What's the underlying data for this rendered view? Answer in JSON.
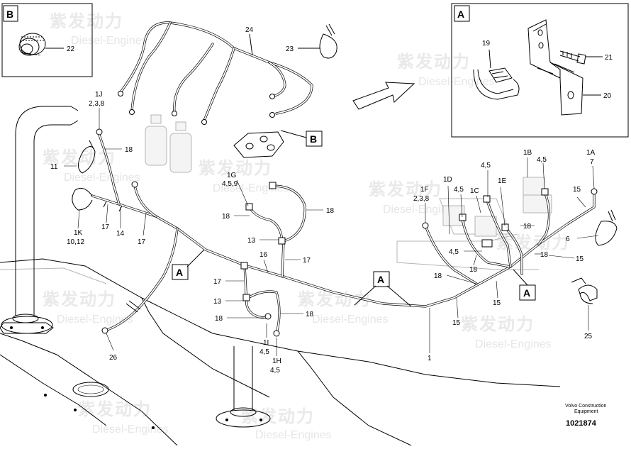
{
  "watermark": {
    "brand": "紫发动力",
    "sub": "Diesel-Engines"
  },
  "detail_B": {
    "letter": "B",
    "callouts": [
      {
        "label": "22"
      }
    ]
  },
  "detail_A": {
    "letter": "A",
    "callouts": [
      {
        "label": "19"
      },
      {
        "label": "21"
      },
      {
        "label": "20"
      }
    ]
  },
  "frame_tags": [
    {
      "letter": "A"
    },
    {
      "letter": "A"
    },
    {
      "letter": "A"
    },
    {
      "letter": "B"
    }
  ],
  "callouts": [
    "24",
    "23",
    "1J",
    "2,3,8",
    "18",
    "11",
    "1K",
    "10,12",
    "17",
    "14",
    "17",
    "1G",
    "4,5,9",
    "18",
    "18",
    "13",
    "16",
    "17",
    "17",
    "13",
    "18",
    "18",
    "1I",
    "4,5",
    "1H",
    "4,5",
    "26",
    "1F",
    "2,3,8",
    "1D",
    "4,5",
    "1C",
    "4,5",
    "1E",
    "1B",
    "4,5",
    "1A",
    "7",
    "15",
    "18",
    "6",
    "15",
    "18",
    "4,5",
    "18",
    "18",
    "15",
    "15",
    "25",
    "1"
  ],
  "footer": {
    "brand_line1": "Volvo Construction",
    "brand_line2": "Equipment",
    "drawing_number": "1021874"
  }
}
